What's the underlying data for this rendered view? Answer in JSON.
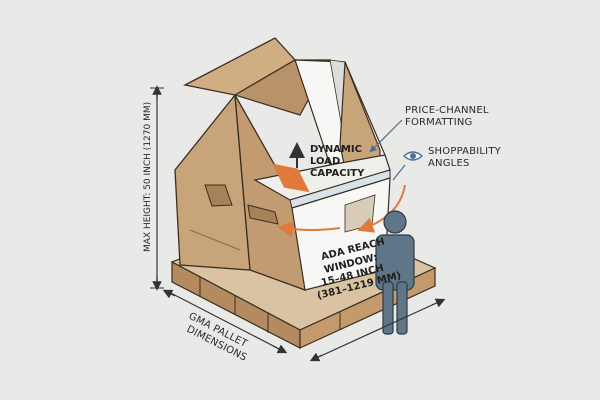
{
  "labels": {
    "price_channel": [
      "PRICE-CHANNEL",
      "FORMATTING"
    ],
    "shoppability": [
      "SHOPPABILITY",
      "ANGLES"
    ],
    "dynamic_load": [
      "DYNAMIC",
      "LOAD",
      "CAPACITY"
    ],
    "max_height": "MAX HEIGHT: 50 INCH (1270 MM)",
    "gma_pallet": [
      "GMA PALLET",
      "DIMENSIONS"
    ],
    "ada_reach": [
      "ADA REACH",
      "WINDOW:",
      "15–48 INCH",
      "(381–1219 MM)"
    ]
  },
  "icons": {
    "eye": "eye-icon",
    "person": "person-figure"
  },
  "colors": {
    "background": "#e9e9e7",
    "cardboard": "#c8a47a",
    "cardboard_dark": "#a78158",
    "panel_white": "#f7f7f5",
    "accent_orange": "#e07a3a",
    "leader_blue": "#4a6f9a",
    "person": "#5f7689"
  }
}
